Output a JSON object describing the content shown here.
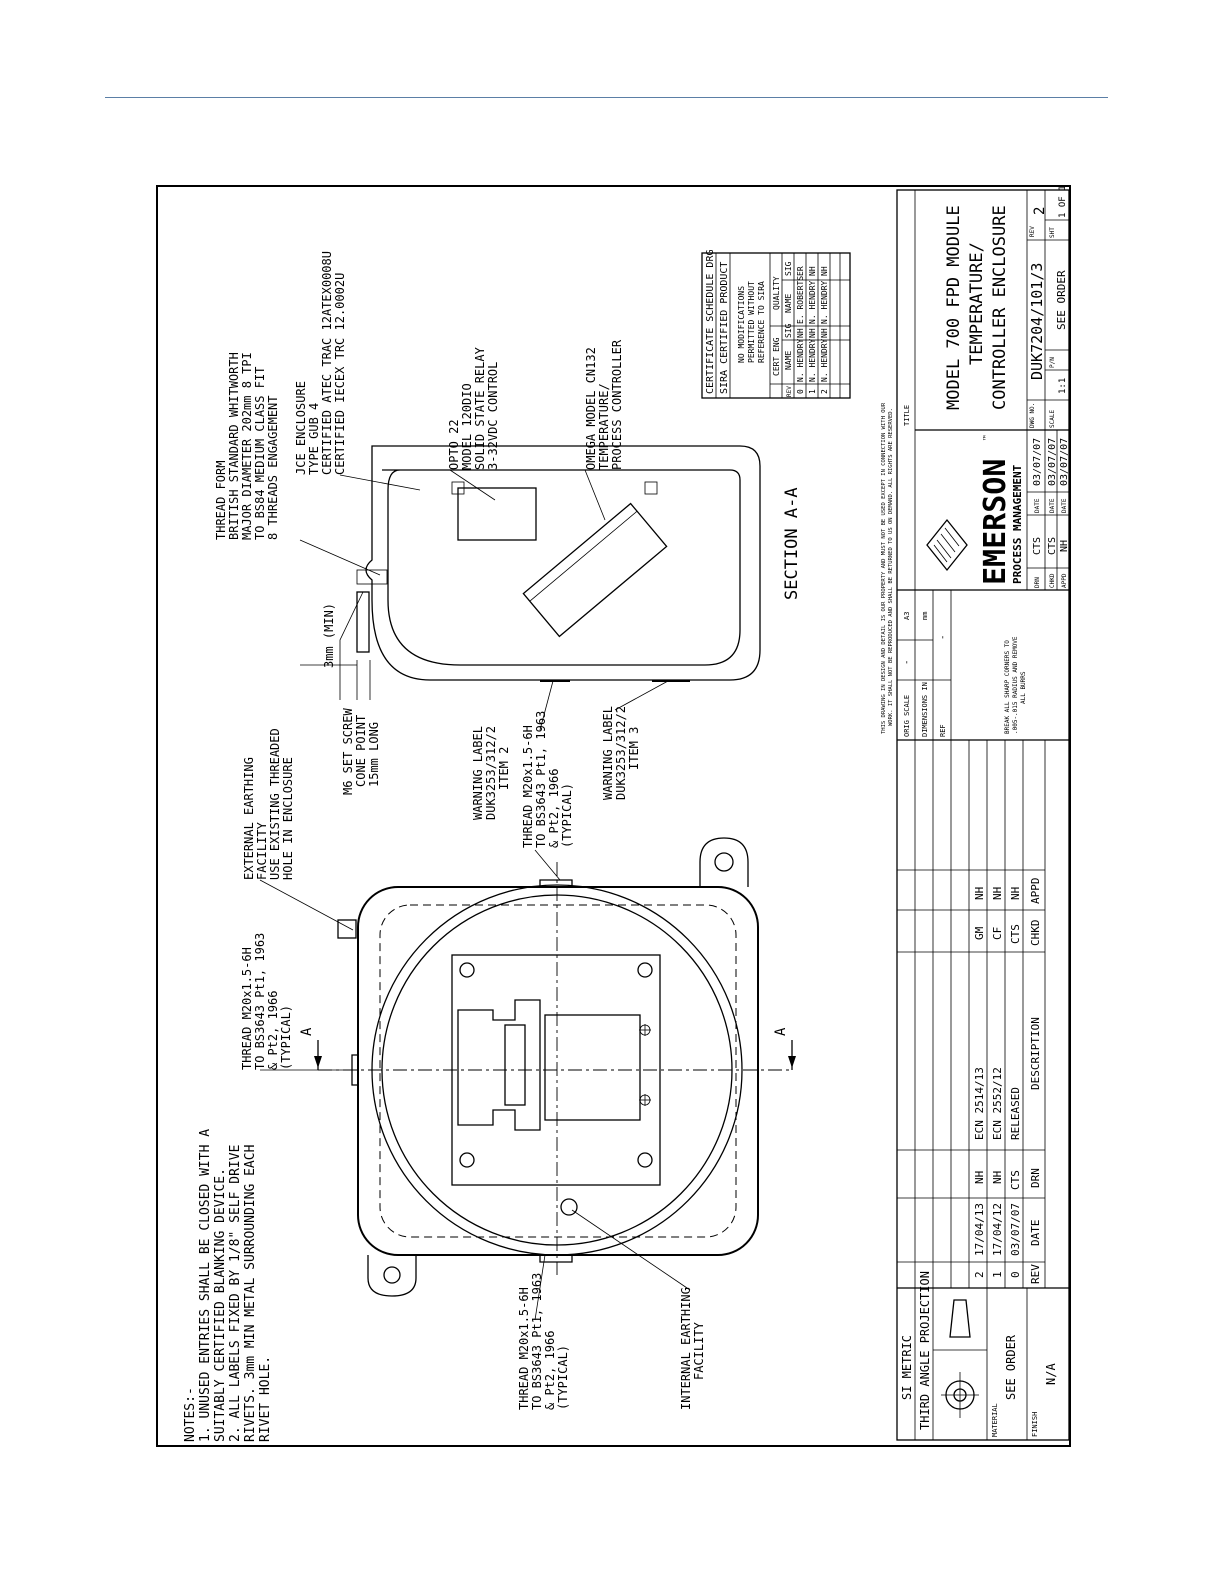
{
  "notes": {
    "heading": "NOTES:-",
    "line1": "1. UNUSED ENTRIES SHALL BE CLOSED WITH A",
    "line2": "SUITABLY CERTIFIED BLANKING DEVICE.",
    "line3": "2. ALL LABELS FIXED BY 1/8\" SELF DRIVE",
    "line4": "RIVETS. 3mm MIN METAL SURROUNDING EACH",
    "line5": "RIVET HOLE."
  },
  "front_view": {
    "thread_bottom": [
      "THREAD M20x1.5-6H",
      "TO BS3643 Pt1, 1963",
      "& Pt2, 1966",
      "(TYPICAL)"
    ],
    "internal_earthing": [
      "INTERNAL EARTHING",
      "FACILITY"
    ],
    "thread_top": [
      "THREAD M20x1.5-6H",
      "TO BS3643 Pt1, 1963",
      "& Pt2, 1966",
      "(TYPICAL)"
    ],
    "external_earthing": [
      "EXTERNAL EARTHING",
      "FACILITY",
      "USE EXISTING THREADED",
      "HOLE IN ENCLOSURE"
    ],
    "section_marker": "A",
    "thread_right": [
      "THREAD M20x1.5-6H",
      "TO BS3643 Pt1, 1963",
      "& Pt2, 1966",
      "(TYPICAL)"
    ]
  },
  "section_view": {
    "warning_label_2": [
      "WARNING LABEL",
      "DUK3253/312/2",
      "ITEM 2"
    ],
    "warning_label_3": [
      "WARNING LABEL",
      "DUK3253/312/2",
      "ITEM 3"
    ],
    "set_screw": [
      "M6 SET SCREW",
      "CONE POINT",
      "15mm LONG"
    ],
    "min_gap": "3mm (MIN)",
    "thread_form": [
      "THREAD FORM",
      "BRITISH STANDARD WHITWORTH",
      "MAJOR DIAMETER 202mm 8 TPI",
      "TO BS84 MEDIUM CLASS FIT",
      "8 THREADS ENGAGEMENT"
    ],
    "enclosure": [
      "JCE ENCLOSURE",
      "TYPE GUB 4",
      "CERTIFIED ATEC TRAC 12ATEX0008U",
      "CERTIFIED IECEX TRC 12.0002U"
    ],
    "relay": [
      "OPTO 22",
      "MODEL 120DIO",
      "SOLID STATE RELAY",
      "3-32VDC CONTROL"
    ],
    "controller": [
      "OMEGA MODEL CN132",
      "TEMPERATURE/",
      "PROCESS CONTROLLER"
    ],
    "section_title": "SECTION A-A"
  },
  "certificate_schedule": {
    "title1": "CERTIFICATE SCHEDULE DRG",
    "title2": "SIRA CERTIFIED PRODUCT",
    "note": [
      "NO MODIFICATIONS",
      "PERMITTED WITHOUT",
      "REFERENCE TO SIRA"
    ],
    "group_headers": [
      "CERT ENG",
      "QUALITY"
    ],
    "col_headers": [
      "REV",
      "NAME",
      "SIG",
      "NAME",
      "SIG"
    ],
    "rows": [
      [
        "0",
        "N. HENDRY",
        "NH",
        "E. ROBERTS",
        "ER"
      ],
      [
        "1",
        "N. HENDRY",
        "NH",
        "N. HENDRY",
        "NH"
      ],
      [
        "2",
        "N. HENDRY",
        "NH",
        "N. HENDRY",
        "NH"
      ]
    ]
  },
  "title_block": {
    "units": "SI METRIC",
    "projection": "THIRD ANGLE PROJECTION",
    "material_label": "MATERIAL",
    "material_value": "SEE ORDER",
    "finish_label": "FINISH",
    "finish_value": "N/A",
    "revisions": [
      [
        "2",
        "17/04/13",
        "NH",
        "ECN 2514/13",
        "GM",
        "NH"
      ],
      [
        "1",
        "17/04/12",
        "NH",
        "ECN 2552/12",
        "CF",
        "NH"
      ],
      [
        "0",
        "03/07/07",
        "CTS",
        "RELEASED",
        "CTS",
        "NH"
      ]
    ],
    "rev_headers": [
      "REV",
      "DATE",
      "DRN",
      "DESCRIPTION",
      "CHKD",
      "APPD"
    ],
    "orig_scale_label": "ORIG SCALE",
    "orig_scale_value": "-",
    "sheet_size": "A3",
    "dimensions_label": "DIMENSIONS IN",
    "dimensions_value": "mm",
    "ref_label": "REF",
    "ref_value": "-",
    "break_note": [
      "BREAK ALL SHARP CORNERS TO",
      ".005-.015 RADIUS AND REMOVE",
      "ALL BURRS"
    ],
    "property_note": [
      "THIS DRAWING IN DESIGN AND DETAIL IS OUR PROPERTY AND MUST NOT BE USED EXCEPT IN CONNECTION WITH OUR",
      "WORK. IT SHALL NOT BE REPRODUCED AND SHALL BE RETURNED TO US ON DEMAND. ALL RIGHTS ARE RESERVED."
    ],
    "brand": "EMERSON",
    "tm": "™",
    "brand_sub": "PROCESS MANAGEMENT",
    "title_label": "TITLE",
    "title_lines": [
      "MODEL 700 FPD MODULE",
      "TEMPERATURE/",
      "CONTROLLER ENCLOSURE"
    ],
    "drn_label": "DRN",
    "drn": "CTS",
    "drn_date_label": "DATE",
    "drn_date": "03/07/07",
    "chkd_label": "CHKD",
    "chkd": "CTS",
    "chkd_date_label": "DATE",
    "chkd_date": "03/07/07",
    "appd_label": "APPD",
    "appd": "NH",
    "appd_date_label": "DATE",
    "appd_date": "03/07/07",
    "dwg_label": "DWG NO.",
    "dwg_no": "DUK7204/101/3",
    "rev_label": "REV",
    "rev": "2",
    "scale_label": "SCALE",
    "scale": "1:1",
    "pn_label": "P/N",
    "pn": "SEE ORDER",
    "sht_label": "SHT",
    "sht": "1 OF 1"
  }
}
